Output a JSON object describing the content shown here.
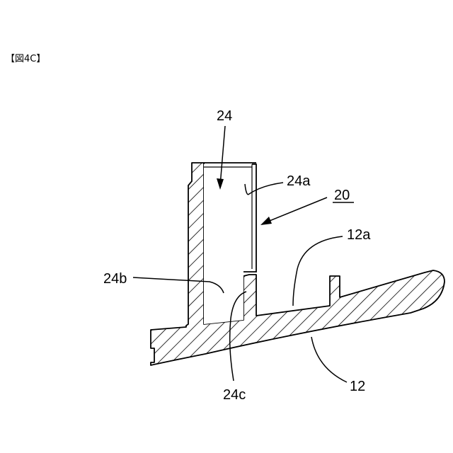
{
  "figure": {
    "label": "【図4C】"
  },
  "labels": {
    "part_24": "24",
    "part_24a": "24a",
    "part_20": "20",
    "part_12a": "12a",
    "part_24b": "24b",
    "part_24c": "24c",
    "part_12": "12"
  }
}
